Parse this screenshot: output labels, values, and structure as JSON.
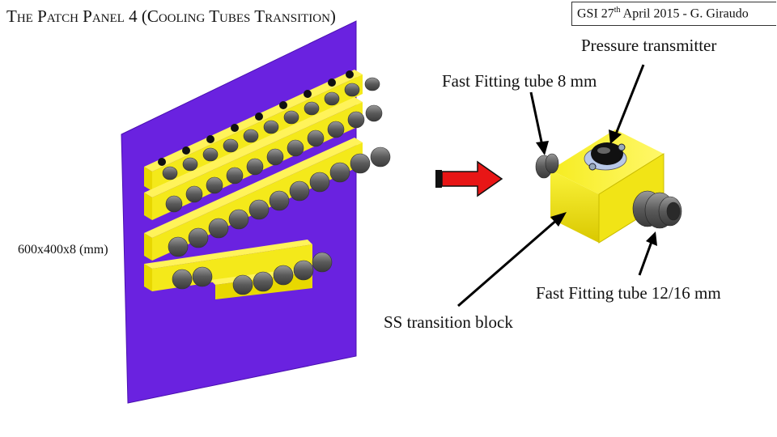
{
  "title": "The Patch Panel 4 (Cooling Tubes Transition)",
  "header": {
    "prefix": "GSI 27",
    "sup": "th",
    "suffix": " April 2015 - G. Giraudo"
  },
  "labels": {
    "pressure_transmitter": "Pressure transmitter",
    "fast_fitting_8": "Fast Fitting tube 8 mm",
    "dimensions": "600x400x8 (mm)",
    "fast_fitting_12_16": "Fast Fitting tube 12/16 mm",
    "ss_block": "SS transition block"
  },
  "colors": {
    "panel": "#6a22e0",
    "block": "#f3ea1a",
    "tube": "#6e6e6e",
    "arrow": "#e81616"
  }
}
